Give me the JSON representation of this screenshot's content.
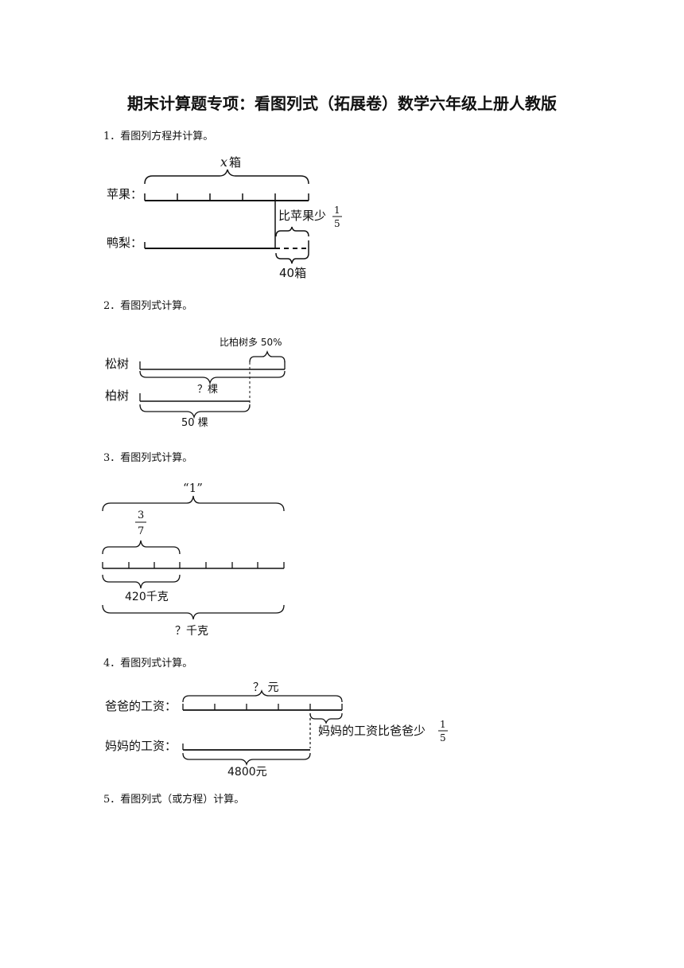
{
  "title": "期末计算题专项：看图列式（拓展卷）数学六年级上册人教版",
  "questions": [
    {
      "number": "1．",
      "text": "看图列方程并计算。",
      "labels": {
        "top_var": "x",
        "top_unit": "箱",
        "apple": "苹果：",
        "pear": "鸭梨：",
        "less_text": "比苹果少",
        "frac_num": "1",
        "frac_den": "5",
        "bottom": "40箱"
      }
    },
    {
      "number": "2．",
      "text": "看图列式计算。",
      "labels": {
        "more_text": "比柏树多 50%",
        "pine": "松树",
        "cypress": "柏树",
        "pine_total": "？棵",
        "cypress_total": "50 棵"
      }
    },
    {
      "number": "3．",
      "text": "看图列式计算。",
      "labels": {
        "one": "“1”",
        "frac_num": "3",
        "frac_den": "7",
        "part": "420千克",
        "total": "？千克"
      }
    },
    {
      "number": "4．",
      "text": "看图列式计算。",
      "labels": {
        "top": "？ 元",
        "dad": "爸爸的工资：",
        "mom": "妈妈的工资：",
        "less_text": "妈妈的工资比爸爸少",
        "frac_num": "1",
        "frac_den": "5",
        "bottom": "4800元"
      }
    },
    {
      "number": "5．",
      "text": "看图列式（或方程）计算。"
    }
  ]
}
